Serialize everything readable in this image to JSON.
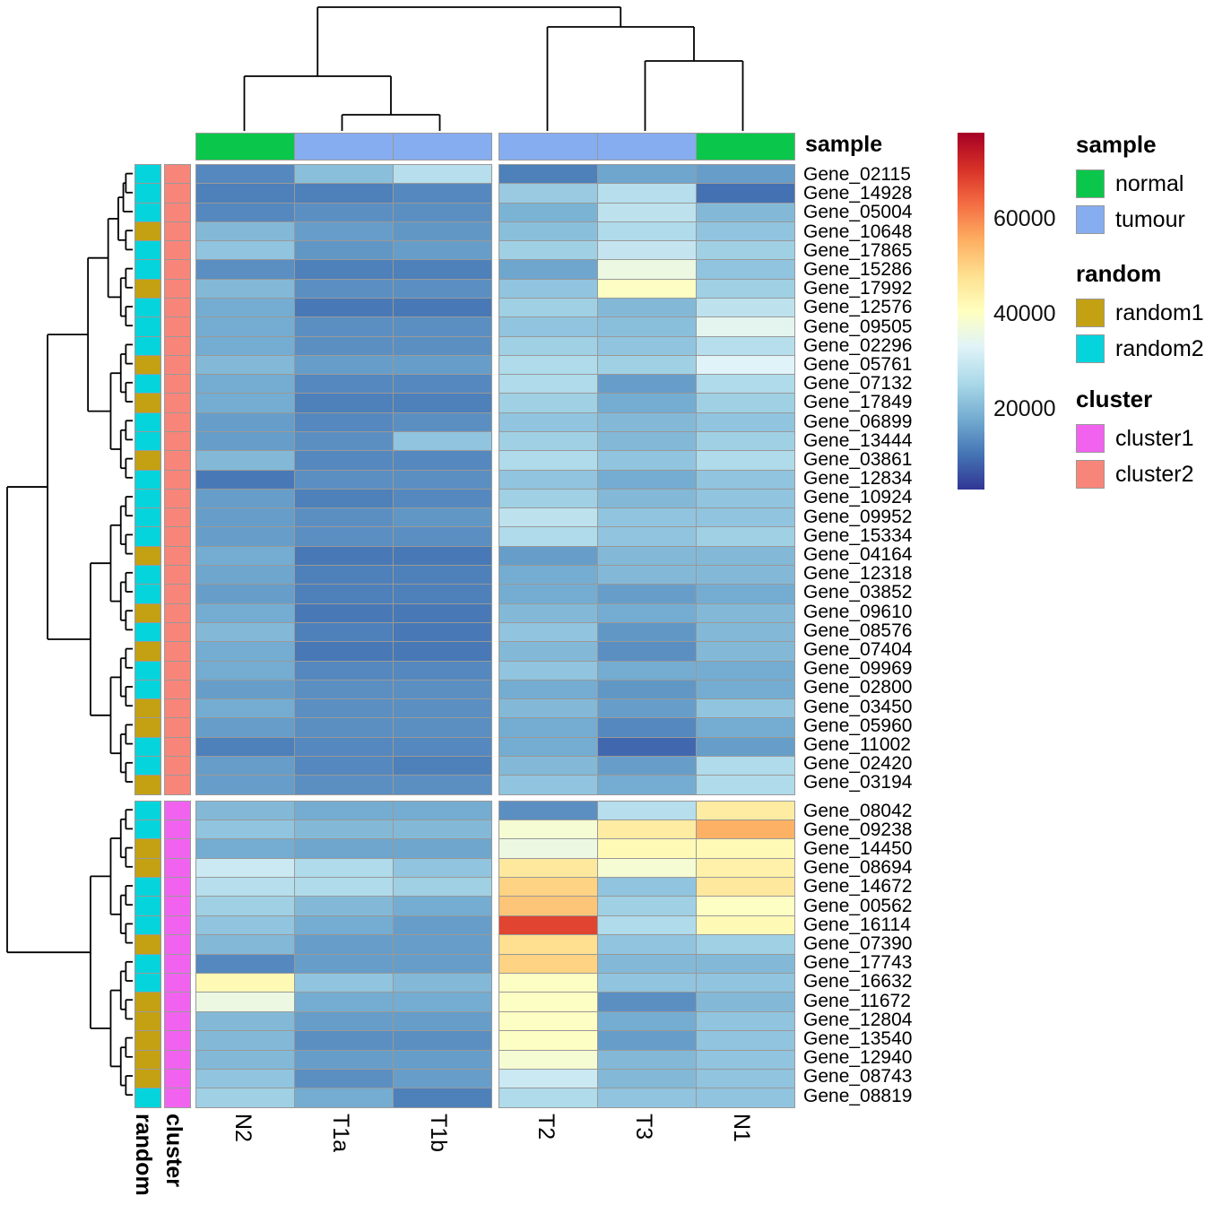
{
  "figure": {
    "column_annotation_title": "sample",
    "row_annotation_titles": {
      "random": "random",
      "cluster": "cluster"
    }
  },
  "legends": {
    "sample": {
      "title": "sample",
      "items": [
        {
          "label": "normal",
          "color": "#0AC74B"
        },
        {
          "label": "tumour",
          "color": "#86ADF0"
        }
      ]
    },
    "random": {
      "title": "random",
      "items": [
        {
          "label": "random1",
          "color": "#C4A113"
        },
        {
          "label": "random2",
          "color": "#06D4DC"
        }
      ]
    },
    "cluster": {
      "title": "cluster",
      "items": [
        {
          "label": "cluster1",
          "color": "#F163EF"
        },
        {
          "label": "cluster2",
          "color": "#F88579"
        }
      ]
    }
  },
  "colorbar": {
    "ticks": [
      60000,
      40000,
      20000
    ],
    "domain": [
      3000,
      78000
    ],
    "palette": [
      "#313695",
      "#4575B4",
      "#74ADD1",
      "#ABD9E9",
      "#E0F3F8",
      "#FFFFBF",
      "#FEE090",
      "#FDAE61",
      "#F46D43",
      "#D73027",
      "#A50026"
    ]
  },
  "chart_data": {
    "type": "heatmap",
    "title": "",
    "columns": [
      "N2",
      "T1a",
      "T1b",
      "T2",
      "T3",
      "N1"
    ],
    "column_split": [
      3,
      3
    ],
    "column_annotations": {
      "sample": [
        "normal",
        "tumour",
        "tumour",
        "tumour",
        "tumour",
        "normal"
      ]
    },
    "scale": {
      "ticks": [
        20000,
        40000,
        60000
      ],
      "domain": [
        3000,
        78000
      ],
      "legend_position": "right",
      "grid": true
    },
    "row_groups": [
      {
        "cluster": "cluster2",
        "rows": [
          {
            "gene": "Gene_02115",
            "random": "random2",
            "values": [
              13000,
              21000,
              27000,
              12000,
              17000,
              16000
            ]
          },
          {
            "gene": "Gene_14928",
            "random": "random2",
            "values": [
              12000,
              12000,
              13000,
              23000,
              27000,
              10000
            ]
          },
          {
            "gene": "Gene_05004",
            "random": "random2",
            "values": [
              13000,
              14000,
              14000,
              19000,
              28000,
              20000
            ]
          },
          {
            "gene": "Gene_10648",
            "random": "random1",
            "values": [
              20000,
              16000,
              15000,
              21000,
              26000,
              22000
            ]
          },
          {
            "gene": "Gene_17865",
            "random": "random2",
            "values": [
              22000,
              15000,
              16000,
              24000,
              29000,
              24000
            ]
          },
          {
            "gene": "Gene_15286",
            "random": "random2",
            "values": [
              14000,
              12000,
              12000,
              17000,
              36000,
              22000
            ]
          },
          {
            "gene": "Gene_17992",
            "random": "random1",
            "values": [
              20000,
              14000,
              14000,
              22000,
              40000,
              24000
            ]
          },
          {
            "gene": "Gene_12576",
            "random": "random2",
            "values": [
              18000,
              11000,
              11000,
              24000,
              20000,
              28000
            ]
          },
          {
            "gene": "Gene_09505",
            "random": "random2",
            "values": [
              18000,
              14000,
              14000,
              22000,
              21000,
              34000
            ]
          },
          {
            "gene": "Gene_02296",
            "random": "random2",
            "values": [
              18000,
              14000,
              14000,
              24000,
              22000,
              27000
            ]
          },
          {
            "gene": "Gene_05761",
            "random": "random1",
            "values": [
              20000,
              16000,
              16000,
              26000,
              24000,
              33000
            ]
          },
          {
            "gene": "Gene_07132",
            "random": "random2",
            "values": [
              18000,
              13000,
              13000,
              26000,
              16000,
              26000
            ]
          },
          {
            "gene": "Gene_17849",
            "random": "random1",
            "values": [
              18000,
              12000,
              12000,
              24000,
              18000,
              24000
            ]
          },
          {
            "gene": "Gene_06899",
            "random": "random2",
            "values": [
              16000,
              13000,
              14000,
              22000,
              20000,
              22000
            ]
          },
          {
            "gene": "Gene_13444",
            "random": "random2",
            "values": [
              16000,
              14000,
              22000,
              24000,
              20000,
              24000
            ]
          },
          {
            "gene": "Gene_03861",
            "random": "random1",
            "values": [
              20000,
              13000,
              13000,
              26000,
              22000,
              26000
            ]
          },
          {
            "gene": "Gene_12834",
            "random": "random2",
            "values": [
              11000,
              14000,
              14000,
              22000,
              18000,
              22000
            ]
          },
          {
            "gene": "Gene_10924",
            "random": "random2",
            "values": [
              16000,
              12000,
              13000,
              24000,
              20000,
              22000
            ]
          },
          {
            "gene": "Gene_09952",
            "random": "random2",
            "values": [
              16000,
              14000,
              15000,
              28000,
              22000,
              22000
            ]
          },
          {
            "gene": "Gene_15334",
            "random": "random2",
            "values": [
              16000,
              14000,
              14000,
              26000,
              22000,
              24000
            ]
          },
          {
            "gene": "Gene_04164",
            "random": "random1",
            "values": [
              18000,
              11000,
              11000,
              16000,
              20000,
              20000
            ]
          },
          {
            "gene": "Gene_12318",
            "random": "random2",
            "values": [
              17000,
              12000,
              12000,
              18000,
              20000,
              20000
            ]
          },
          {
            "gene": "Gene_03852",
            "random": "random2",
            "values": [
              16000,
              12000,
              12000,
              18000,
              16000,
              18000
            ]
          },
          {
            "gene": "Gene_09610",
            "random": "random1",
            "values": [
              18000,
              11000,
              11000,
              20000,
              18000,
              20000
            ]
          },
          {
            "gene": "Gene_08576",
            "random": "random2",
            "values": [
              20000,
              12000,
              11000,
              22000,
              15000,
              20000
            ]
          },
          {
            "gene": "Gene_07404",
            "random": "random1",
            "values": [
              18000,
              11000,
              11000,
              20000,
              14000,
              20000
            ]
          },
          {
            "gene": "Gene_09969",
            "random": "random2",
            "values": [
              18000,
              13000,
              13000,
              22000,
              18000,
              18000
            ]
          },
          {
            "gene": "Gene_02800",
            "random": "random2",
            "values": [
              16000,
              14000,
              14000,
              18000,
              15000,
              18000
            ]
          },
          {
            "gene": "Gene_03450",
            "random": "random1",
            "values": [
              18000,
              14000,
              14000,
              20000,
              16000,
              22000
            ]
          },
          {
            "gene": "Gene_05960",
            "random": "random1",
            "values": [
              16000,
              14000,
              14000,
              18000,
              13000,
              18000
            ]
          },
          {
            "gene": "Gene_11002",
            "random": "random2",
            "values": [
              12000,
              13000,
              13000,
              18000,
              9000,
              16000
            ]
          },
          {
            "gene": "Gene_02420",
            "random": "random2",
            "values": [
              16000,
              13000,
              12000,
              20000,
              16000,
              26000
            ]
          },
          {
            "gene": "Gene_03194",
            "random": "random1",
            "values": [
              16000,
              14000,
              14000,
              22000,
              18000,
              26000
            ]
          }
        ]
      },
      {
        "cluster": "cluster1",
        "rows": [
          {
            "gene": "Gene_08042",
            "random": "random2",
            "values": [
              20000,
              18000,
              18000,
              14000,
              27000,
              45000
            ]
          },
          {
            "gene": "Gene_09238",
            "random": "random2",
            "values": [
              22000,
              20000,
              20000,
              38000,
              45000,
              55000
            ]
          },
          {
            "gene": "Gene_14450",
            "random": "random1",
            "values": [
              18000,
              17000,
              17000,
              36000,
              42000,
              42000
            ]
          },
          {
            "gene": "Gene_08694",
            "random": "random1",
            "values": [
              30000,
              26000,
              22000,
              46000,
              38000,
              44000
            ]
          },
          {
            "gene": "Gene_14672",
            "random": "random2",
            "values": [
              27000,
              26000,
              24000,
              50000,
              22000,
              46000
            ]
          },
          {
            "gene": "Gene_00562",
            "random": "random2",
            "values": [
              24000,
              20000,
              18000,
              52000,
              24000,
              40000
            ]
          },
          {
            "gene": "Gene_16114",
            "random": "random2",
            "values": [
              22000,
              18000,
              16000,
              68000,
              26000,
              42000
            ]
          },
          {
            "gene": "Gene_07390",
            "random": "random1",
            "values": [
              20000,
              16000,
              16000,
              48000,
              22000,
              24000
            ]
          },
          {
            "gene": "Gene_17743",
            "random": "random2",
            "values": [
              13000,
              16000,
              16000,
              50000,
              20000,
              20000
            ]
          },
          {
            "gene": "Gene_16632",
            "random": "random2",
            "values": [
              42000,
              22000,
              20000,
              40000,
              22000,
              22000
            ]
          },
          {
            "gene": "Gene_11672",
            "random": "random1",
            "values": [
              36000,
              18000,
              18000,
              40000,
              14000,
              20000
            ]
          },
          {
            "gene": "Gene_12804",
            "random": "random1",
            "values": [
              20000,
              16000,
              16000,
              40000,
              18000,
              22000
            ]
          },
          {
            "gene": "Gene_13540",
            "random": "random1",
            "values": [
              20000,
              14000,
              14000,
              40000,
              16000,
              22000
            ]
          },
          {
            "gene": "Gene_12940",
            "random": "random1",
            "values": [
              20000,
              16000,
              16000,
              38000,
              20000,
              22000
            ]
          },
          {
            "gene": "Gene_08743",
            "random": "random1",
            "values": [
              22000,
              14000,
              16000,
              30000,
              20000,
              22000
            ]
          },
          {
            "gene": "Gene_08819",
            "random": "random2",
            "values": [
              24000,
              18000,
              12000,
              26000,
              22000,
              22000
            ]
          }
        ]
      }
    ]
  }
}
